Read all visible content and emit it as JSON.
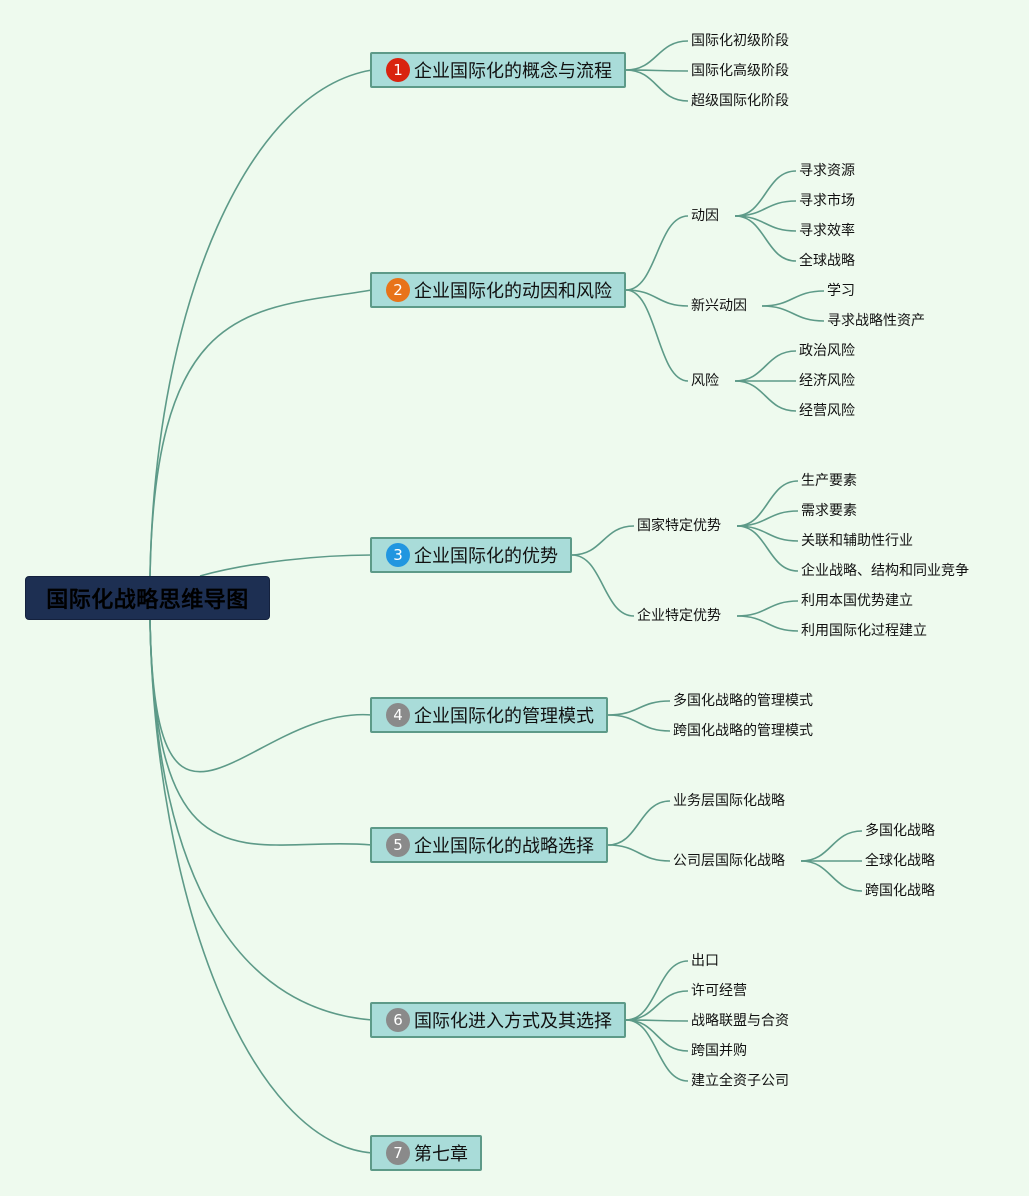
{
  "root": {
    "label": "国际化战略思维导图"
  },
  "colors": {
    "line": "#5d9a88",
    "branch_fill": "#a9dcd9",
    "root_fill": "#1d2f52"
  },
  "branches": [
    {
      "num": "1",
      "badge_color": "#d9230f",
      "label": "企业国际化的概念与流程",
      "children": [
        {
          "label": "国际化初级阶段"
        },
        {
          "label": "国际化高级阶段"
        },
        {
          "label": "超级国际化阶段"
        }
      ]
    },
    {
      "num": "2",
      "badge_color": "#e8731a",
      "label": "企业国际化的动因和风险",
      "children": [
        {
          "label": "动因",
          "children": [
            "寻求资源",
            "寻求市场",
            "寻求效率",
            "全球战略"
          ]
        },
        {
          "label": "新兴动因",
          "children": [
            "学习",
            "寻求战略性资产"
          ]
        },
        {
          "label": "风险",
          "children": [
            "政治风险",
            "经济风险",
            "经营风险"
          ]
        }
      ]
    },
    {
      "num": "3",
      "badge_color": "#2196e0",
      "label": "企业国际化的优势",
      "children": [
        {
          "label": "国家特定优势",
          "children": [
            "生产要素",
            "需求要素",
            "关联和辅助性行业",
            "企业战略、结构和同业竞争"
          ]
        },
        {
          "label": "企业特定优势",
          "children": [
            "利用本国优势建立",
            "利用国际化过程建立"
          ]
        }
      ]
    },
    {
      "num": "4",
      "badge_color": "#8a8a8a",
      "label": "企业国际化的管理模式",
      "children": [
        {
          "label": "多国化战略的管理模式"
        },
        {
          "label": "跨国化战略的管理模式"
        }
      ]
    },
    {
      "num": "5",
      "badge_color": "#8a8a8a",
      "label": "企业国际化的战略选择",
      "children": [
        {
          "label": "业务层国际化战略"
        },
        {
          "label": "公司层国际化战略",
          "children": [
            "多国化战略",
            "全球化战略",
            "跨国化战略"
          ]
        }
      ]
    },
    {
      "num": "6",
      "badge_color": "#8a8a8a",
      "label": "国际化进入方式及其选择",
      "children": [
        {
          "label": "出口"
        },
        {
          "label": "许可经营"
        },
        {
          "label": "战略联盟与合资"
        },
        {
          "label": "跨国并购"
        },
        {
          "label": "建立全资子公司"
        }
      ]
    },
    {
      "num": "7",
      "badge_color": "#8a8a8a",
      "label": "第七章",
      "children": []
    }
  ]
}
